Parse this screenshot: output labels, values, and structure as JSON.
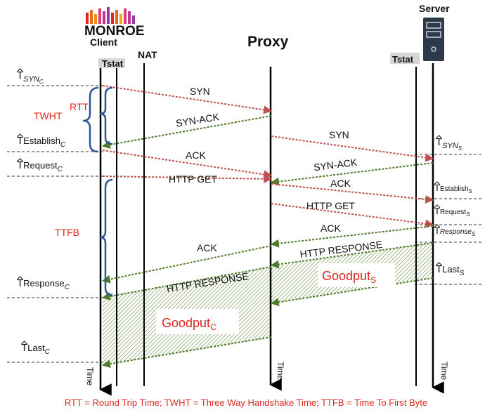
{
  "logo": {
    "text": "MONROE"
  },
  "entities": {
    "client": "Client",
    "nat": "NAT",
    "proxy": "Proxy",
    "server": "Server",
    "tstat_client": "Tstat",
    "tstat_server": "Tstat"
  },
  "timestamps": {
    "client": [
      {
        "base": "T",
        "sub": "SYN",
        "subsub": "C"
      },
      {
        "base": "T",
        "main": "Establish",
        "sub": "C"
      },
      {
        "base": "T",
        "main": "Request",
        "sub": "C"
      },
      {
        "base": "T",
        "main": "Response",
        "sub": "C"
      },
      {
        "base": "T",
        "main": "Last",
        "sub": "C"
      }
    ],
    "server": [
      {
        "base": "T",
        "sub": "SYN",
        "subsub": "S"
      },
      {
        "base": "T",
        "main": "Establish",
        "sub": "S"
      },
      {
        "base": "T",
        "main": "Request",
        "sub": "S"
      },
      {
        "base": "T",
        "main": "Response",
        "sub": "S"
      },
      {
        "base": "T",
        "main": "Last",
        "sub": "S"
      }
    ]
  },
  "intervals": {
    "rtt": "RTT",
    "twht": "TWHT",
    "ttfb": "TTFB"
  },
  "messages": {
    "left": [
      "SYN",
      "SYN-ACK",
      "ACK",
      "HTTP GET",
      "ACK",
      "HTTP RESPONSE"
    ],
    "right": [
      "SYN",
      "SYN-ACK",
      "ACK",
      "HTTP GET",
      "ACK",
      "HTTP RESPONSE"
    ]
  },
  "goodput": {
    "client": {
      "main": "Goodput",
      "sub": "C"
    },
    "server": {
      "main": "Goodput",
      "sub": "S"
    }
  },
  "time_labels": [
    "Time",
    "Time",
    "Time"
  ],
  "footer": "RTT = Round Trip Time; TWHT = Three Way Handshake Time; TTFB = Time To First Byte",
  "colors": {
    "red_arrow": "#c0504d",
    "green_arrow": "#4f7a28",
    "bracket": "#2e5597",
    "annotation_red": "#e0271f",
    "goodput_hatch": "#6c8f4a"
  }
}
